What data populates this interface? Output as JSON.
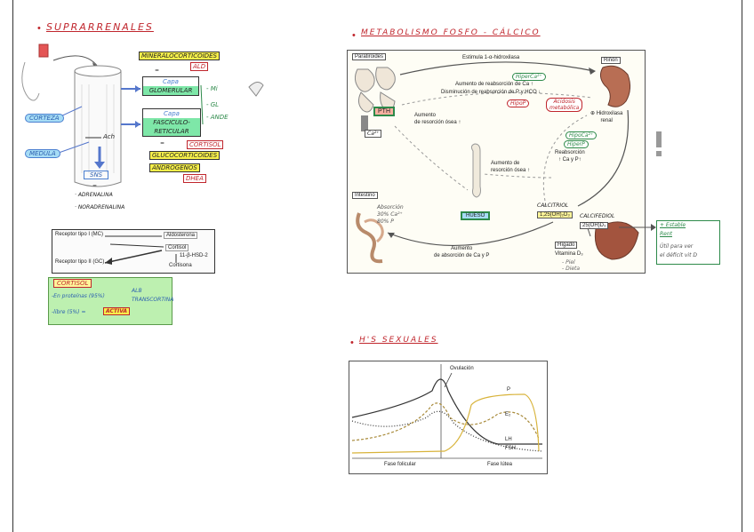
{
  "supra": {
    "bullet": "•",
    "title": "SUPRARRENALES",
    "mineralo": "MINERALOCORTICOIDES",
    "aldo": "ALD",
    "eq1": "=",
    "capa_glom_a": "Capa",
    "capa_glom_b": "GLOMERULAR",
    "mi": "- Mi",
    "gl": "- GL",
    "ande": "- ANDE",
    "eq2": "=",
    "capa_fasc_a": "Capa",
    "capa_fasc_b": "FASCICULO-",
    "capa_fasc_c": "RETICULAR",
    "eq3": "=",
    "cortisol": "CORTISOL",
    "gluco": "GLUCOCORTICOIDES",
    "androg": "ANDROGENOS",
    "dhea": "DHEA",
    "corteza": "CORTEZA",
    "medula": "MEDULA",
    "ach": "Ach",
    "sns": "SNS",
    "eq4": "=",
    "adrenalina": "· ADRENALINA",
    "noradrenalina": "· NORADRENALINA"
  },
  "receptors": {
    "r1": "Receptor tipo I (MC)",
    "r2": "Receptor tipo II (GC)",
    "aldosterona": "Aldosterona",
    "cortisol": "Cortisol",
    "hsd": "11-β-HSD-2",
    "cortisona": "Cortisona"
  },
  "cortisol_box": {
    "title": "CORTISOL",
    "line1": "-En proteínas (95%)",
    "alb": "ALB",
    "transcortin": "TRANSCORTINA",
    "line2": "-libre (5%) =",
    "activa": "ACTIVA"
  },
  "fosfo": {
    "bullet": "•",
    "title": "METABOLISMO FOSFO - CÁLCICO",
    "paratiroides": "Paratiroides",
    "estimula": "Estimula 1-α-hidroxilasa",
    "rinon": "Riñón",
    "hiperca": "HiperCa²⁺",
    "aum_reab": "Aumento de reabsorción de Ca ↑",
    "dism_reab": "Disminución de reabsorción de P y HCO ↓",
    "hipop": "HipoP",
    "acidosis_a": "Acidosis",
    "acidosis_b": "metabólica",
    "hidrox_a": "⊕ Hidroxilasa",
    "hidrox_b": "renal",
    "pth": "PTH",
    "ca_small": "Ca²⁺",
    "aum_res_a": "Aumento",
    "aum_res_b": "de resorción ósea ↑",
    "hipoca": "HipoCa²⁺",
    "hiperp": "HiperP",
    "reab_a": "Reabsorción",
    "reab_b": "↑ Ca y P↑",
    "aum_res2_a": "Aumento de",
    "aum_res2_b": "resorción ósea ↑",
    "intestino": "Intestino",
    "absorcion_a": "Absorción",
    "absorcion_b": "30% Ca²⁺",
    "absorcion_c": "80% P",
    "hueso": "HUESO",
    "calcitriol_lbl": "CALCITRIOL",
    "calcitriol_val": "1,25(OH)₂D₃",
    "calcifediol_lbl": "CALCIFEDIOL",
    "calcifediol_val": "25(OH)D₃",
    "aum_abs_a": "Aumento",
    "aum_abs_b": "de absorción de Ca y P",
    "higado": "Hígado",
    "vitd": "Vitamina D₃",
    "piel": "- Piel",
    "dieta": "- Dieta",
    "side_a": "+ Estable",
    "side_b": "Rent",
    "side_c": "Útil para ver",
    "side_d": "el déficit vit D"
  },
  "sexual": {
    "bullet": "•",
    "title": "H'S SEXUALES",
    "ovulacion": "Ovulación",
    "p": "P",
    "e2": "E₂",
    "lh": "LH",
    "fsh": "FSH",
    "fase_fol": "Fase folicular",
    "fase_lut": "Fase lútea"
  }
}
